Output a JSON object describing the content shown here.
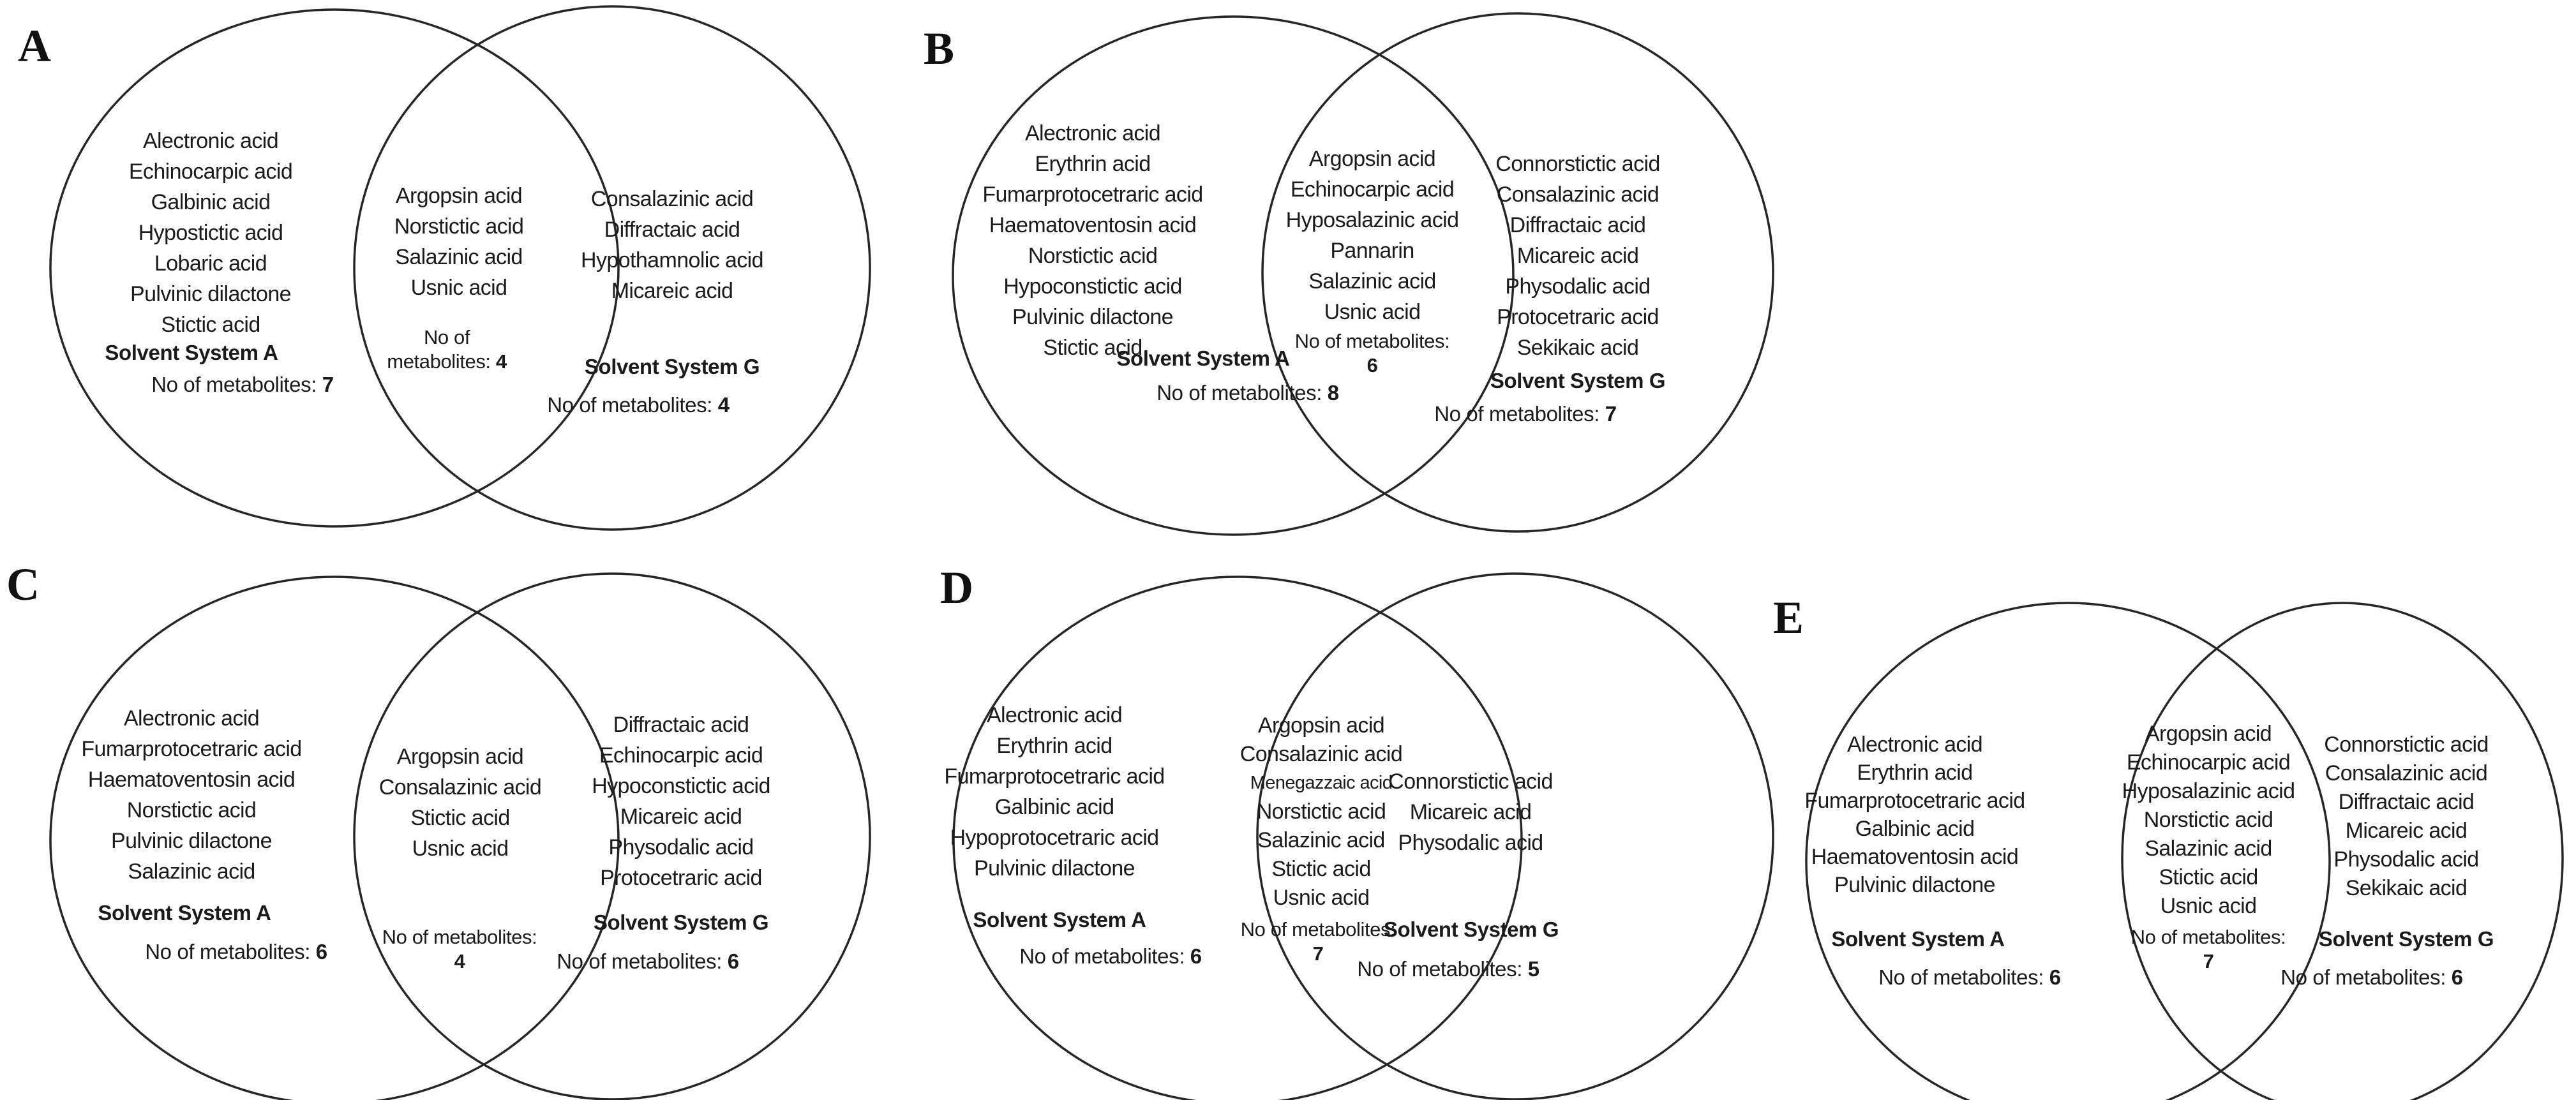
{
  "panels": [
    {
      "label": "A",
      "left": {
        "system": "Solvent System A",
        "items": [
          "Alectronic acid",
          "Echinocarpic acid",
          "Galbinic acid",
          "Hypostictic acid",
          "Lobaric acid",
          "Pulvinic dilactone",
          "Stictic acid"
        ],
        "count_label": "No of metabolites:",
        "count": "7"
      },
      "middle": {
        "items": [
          "Argopsin acid",
          "Norstictic acid",
          "Salazinic acid",
          "Usnic acid"
        ],
        "count_line1": "No of",
        "count_line2": "metabolites:",
        "count": "4"
      },
      "right": {
        "system": "Solvent System G",
        "items": [
          "Consalazinic acid",
          "Diffractaic acid",
          "Hypothamnolic acid",
          "Micareic acid"
        ],
        "count_label": "No of metabolites:",
        "count": "4"
      }
    },
    {
      "label": "B",
      "left": {
        "system": "Solvent System A",
        "items": [
          "Alectronic acid",
          "Erythrin acid",
          "Fumarprotocetraric acid",
          "Haematoventosin acid",
          "Norstictic acid",
          "Hypoconstictic acid",
          "Pulvinic dilactone",
          "Stictic acid"
        ],
        "count_label": "No of metabolites:",
        "count": "8"
      },
      "middle": {
        "items": [
          "Argopsin acid",
          "Echinocarpic acid",
          "Hyposalazinic acid",
          "Pannarin",
          "Salazinic acid",
          "Usnic acid"
        ],
        "count_line1": "No of metabolites:",
        "count_line2": "",
        "count": "6"
      },
      "right": {
        "system": "Solvent System G",
        "items": [
          "Connorstictic acid",
          "Consalazinic acid",
          "Diffractaic acid",
          "Micareic acid",
          "Physodalic acid",
          "Protocetraric acid",
          "Sekikaic acid"
        ],
        "count_label": "No of metabolites:",
        "count": "7"
      }
    },
    {
      "label": "C",
      "left": {
        "system": "Solvent System A",
        "items": [
          "Alectronic acid",
          "Fumarprotocetraric acid",
          "Haematoventosin acid",
          "Norstictic acid",
          "Pulvinic dilactone",
          "Salazinic acid"
        ],
        "count_label": "No of metabolites:",
        "count": "6"
      },
      "middle": {
        "items": [
          "Argopsin acid",
          "Consalazinic acid",
          "Stictic acid",
          "Usnic acid"
        ],
        "count_line1": "No of metabolites:",
        "count_line2": "",
        "count": "4"
      },
      "right": {
        "system": "Solvent System G",
        "items": [
          "Diffractaic acid",
          "Echinocarpic acid",
          "Hypoconstictic acid",
          "Micareic acid",
          "Physodalic acid",
          "Protocetraric acid"
        ],
        "count_label": "No of metabolites:",
        "count": "6"
      }
    },
    {
      "label": "D",
      "left": {
        "system": "Solvent System A",
        "items": [
          "Alectronic acid",
          "Erythrin acid",
          "Fumarprotocetraric acid",
          "Galbinic acid",
          "Hypoprotocetraric acid",
          "Pulvinic dilactone"
        ],
        "count_label": "No of metabolites:",
        "count": "6"
      },
      "middle": {
        "items": [
          "Argopsin acid",
          "Consalazinic acid",
          "Menegazzaic acid",
          "Norstictic acid",
          "Salazinic acid",
          "Stictic acid",
          "Usnic acid"
        ],
        "count_line1": "No of metabolites:",
        "count_line2": "",
        "count": "7"
      },
      "right": {
        "system": "Solvent System G",
        "items": [
          "Connorstictic acid",
          "Micareic acid",
          "Physodalic acid"
        ],
        "count_label": "No of metabolites:",
        "count": "5"
      }
    },
    {
      "label": "E",
      "left": {
        "system": "Solvent System A",
        "items": [
          "Alectronic acid",
          "Erythrin acid",
          "Fumarprotocetraric acid",
          "Galbinic acid",
          "Haematoventosin acid",
          "Pulvinic dilactone"
        ],
        "count_label": "No of metabolites:",
        "count": "6"
      },
      "middle": {
        "items": [
          "Argopsin acid",
          "Echinocarpic acid",
          "Hyposalazinic acid",
          "Norstictic acid",
          "Salazinic acid",
          "Stictic acid",
          "Usnic acid"
        ],
        "count_line1": "No of metabolites:",
        "count_line2": "",
        "count": "7"
      },
      "right": {
        "system": "Solvent System G",
        "items": [
          "Connorstictic acid",
          "Consalazinic acid",
          "Diffractaic acid",
          "Micareic acid",
          "Physodalic acid",
          "Sekikaic acid"
        ],
        "count_label": "No of metabolites:",
        "count": "6"
      }
    }
  ]
}
